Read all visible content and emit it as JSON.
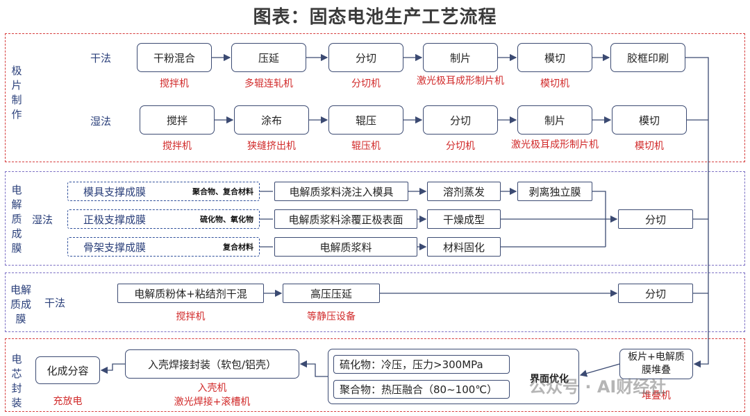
{
  "title": "图表：固态电池生产工艺流程",
  "sections": {
    "electrode": {
      "label": "极片制作",
      "dry": {
        "label": "干法",
        "steps": [
          "干粉混合",
          "压延",
          "分切",
          "制片",
          "模切",
          "胶框印刷"
        ],
        "machines": [
          "搅拌机",
          "多辊连轧机",
          "分切机",
          "激光极耳成形制片机",
          "模切机"
        ]
      },
      "wet": {
        "label": "湿法",
        "steps": [
          "搅拌",
          "涂布",
          "辊压",
          "分切",
          "制片",
          "模切"
        ],
        "machines": [
          "搅拌机",
          "狭缝挤出机",
          "辊压机",
          "分切机",
          "激光极耳成形制片机",
          "模切机"
        ]
      }
    },
    "wet_membrane": {
      "label": "电解质成膜",
      "method": "湿法",
      "supports": [
        {
          "name": "模具支撑成膜",
          "material": "聚合物、复合材料"
        },
        {
          "name": "正极支撑成膜",
          "material": "硫化物、氧化物"
        },
        {
          "name": "骨架支撑成膜",
          "material": "复合材料"
        }
      ],
      "processes": [
        "电解质浆料浇注入模具",
        "电解质浆料涂覆正极表面",
        "电解质浆料"
      ],
      "next_steps": [
        "溶剂蒸发",
        "干燥成型",
        "材料固化"
      ],
      "peel": "剥离独立膜",
      "cut": "分切"
    },
    "dry_membrane": {
      "label": "电解质成膜",
      "method": "干法",
      "steps": [
        "电解质粉体+粘结剂干混",
        "高压压延",
        "分切"
      ],
      "machines": [
        "搅拌机",
        "等静压设备"
      ]
    },
    "cell_packaging": {
      "label": "电芯封装",
      "stack": "板片+电解质膜堆叠",
      "stack_machine": "堆叠机",
      "interface_label": "界面优化",
      "interface_items": [
        "硫化物：冷压，压力>300MPa",
        "聚合物：热压融合（80~100℃）"
      ],
      "casing": "入壳焊接封装（软包/铝壳）",
      "casing_machines": [
        "入壳机",
        "激光焊接+滚槽机"
      ],
      "formation": "化成分容",
      "formation_machine": "充放电"
    }
  },
  "watermark": "公众号 · AI财经社",
  "colors": {
    "red": "#d12a2a",
    "navy": "#2a3f7a",
    "box_border": "#3b4a72"
  }
}
